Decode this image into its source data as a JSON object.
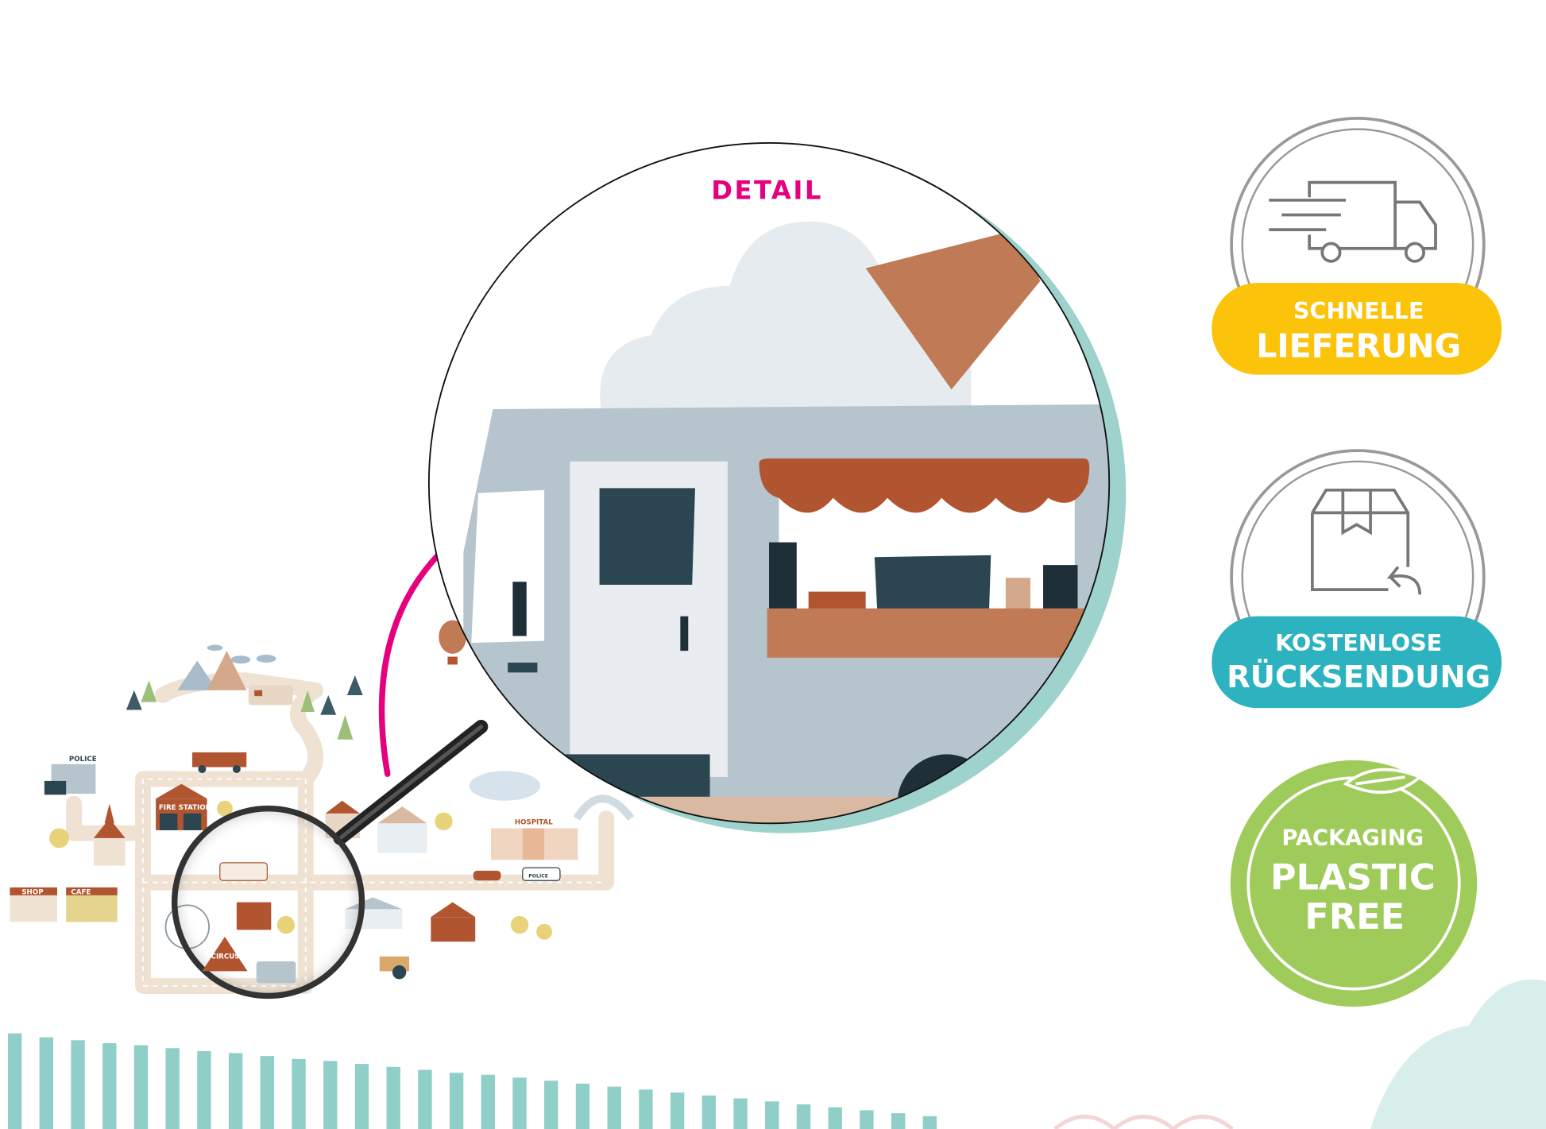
{
  "detail": {
    "title": "DETAIL"
  },
  "map": {
    "labels": {
      "police": "POLICE",
      "fire_station": "FIRE STATION",
      "hospital": "HOSPITAL",
      "shop": "SHOP",
      "cafe": "CAFE",
      "circus": "CIRCUS",
      "police_car": "POLICE"
    }
  },
  "badges": [
    {
      "line1": "SCHNELLE",
      "line2": "LIEFERUNG",
      "icon": "delivery-truck-icon",
      "color": "#fcc30b"
    },
    {
      "line1": "KOSTENLOSE",
      "line2": "RÜCKSENDUNG",
      "icon": "return-box-icon",
      "color": "#2db3bf"
    },
    {
      "line1": "PACKAGING",
      "line2": "PLASTIC",
      "line3": "FREE",
      "icon": "leaf-icon",
      "color": "#9fcb5a"
    }
  ],
  "colors": {
    "accent": "#e5007e",
    "teal": "#8fcfc8",
    "truck": "#b5c4cd",
    "awning": "#b15530"
  }
}
